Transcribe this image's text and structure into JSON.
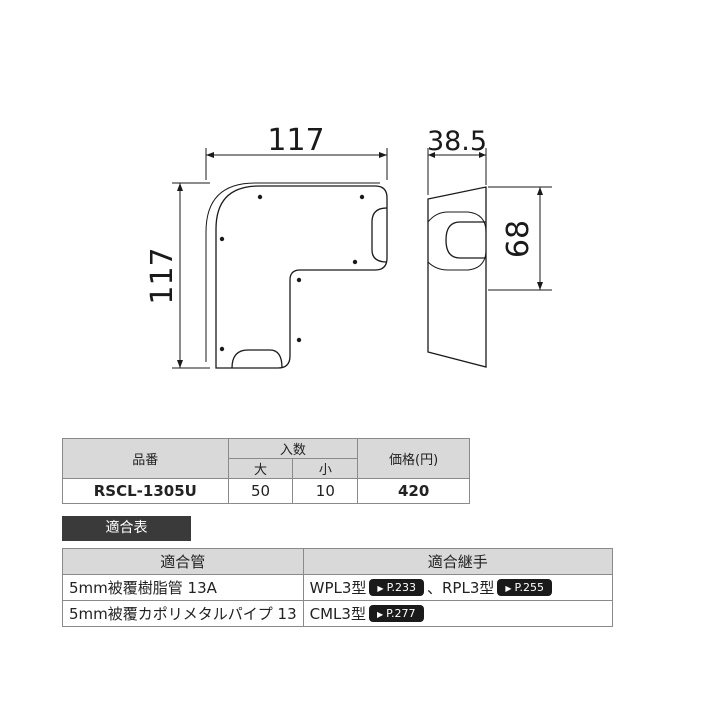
{
  "drawing": {
    "front": {
      "width_label": "117",
      "height_label": "117"
    },
    "side": {
      "width_label": "38.5",
      "height_label": "68"
    }
  },
  "spec_table": {
    "headers": {
      "part_no": "品番",
      "quantity": "入数",
      "large": "大",
      "small": "小",
      "price": "価格(円)"
    },
    "row": {
      "part_no": "RSCL-1305U",
      "large": "50",
      "small": "10",
      "price": "420"
    }
  },
  "compat_label": "適合表",
  "compat_table": {
    "headers": {
      "pipe": "適合管",
      "fitting": "適合継手"
    },
    "rows": [
      {
        "pipe": "5mm被覆樹脂管 13A",
        "fit1": "WPL3型",
        "page1": "P.233",
        "sep": "、",
        "fit2": "RPL3型",
        "page2": "P.255"
      },
      {
        "pipe": "5mm被覆カポリメタルパイプ 13",
        "fit1": "CML3型",
        "page1": "P.277"
      }
    ]
  },
  "colors": {
    "line": "#1a1a1a",
    "header_bg": "#d9d9d9",
    "label_bg": "#3a3a3a"
  }
}
